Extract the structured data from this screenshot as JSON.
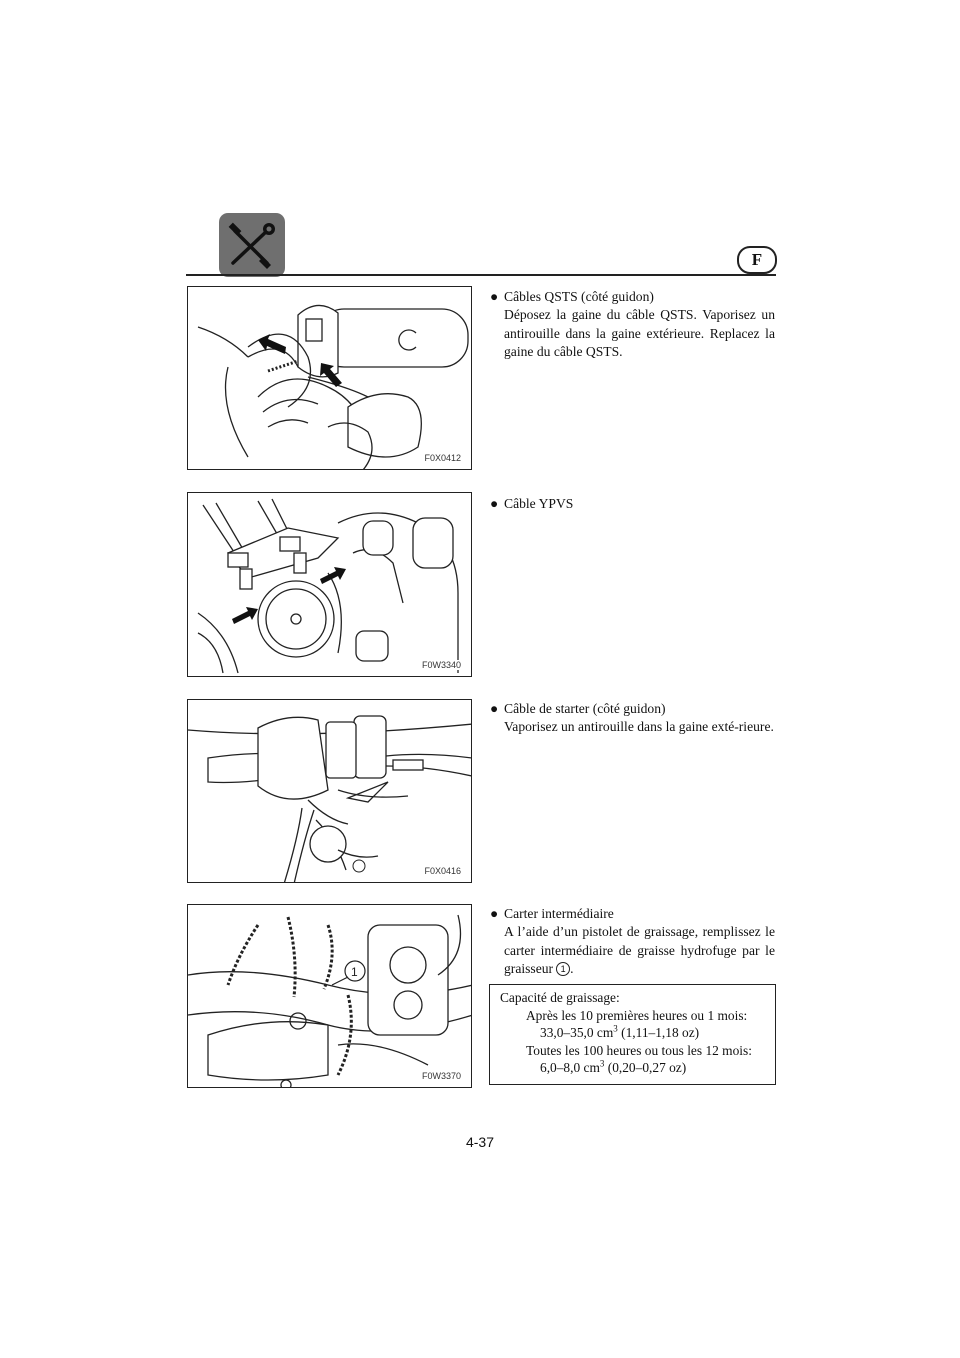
{
  "header": {
    "icon": "tools-icon",
    "language_badge": "F"
  },
  "sections": [
    {
      "figure_code": "F0X0412",
      "title": "Câbles QSTS (côté guidon)",
      "body": "Déposez la gaine du câble QSTS. Vaporisez un antirouille dans la gaine extérieure. Replacez la gaine du câble QSTS."
    },
    {
      "figure_code": "F0W3340",
      "title": "Câble YPVS",
      "body": ""
    },
    {
      "figure_code": "F0X0416",
      "title": "Câble de starter (côté guidon)",
      "body": "Vaporisez un antirouille dans la gaine exté-rieure."
    },
    {
      "figure_code": "F0W3370",
      "title": "Carter intermédiaire",
      "body": "A l’aide d’un pistolet de graissage, remplissez le carter intermédiaire de graisse hydrofuge par le graisseur",
      "callout": "1",
      "body_end": "."
    }
  ],
  "spec": {
    "heading": "Capacité de graissage:",
    "interval_1": "Après les 10 premières heures ou 1 mois:",
    "amount_1": "33,0–35,0 cm",
    "amount_1_sup": "3",
    "amount_1_oz": " (1,11–1,18 oz)",
    "interval_2": "Toutes les 100 heures ou tous les 12 mois:",
    "amount_2": "6,0–8,0 cm",
    "amount_2_sup": "3",
    "amount_2_oz": " (0,20–0,27 oz)"
  },
  "page_number": "4-37"
}
